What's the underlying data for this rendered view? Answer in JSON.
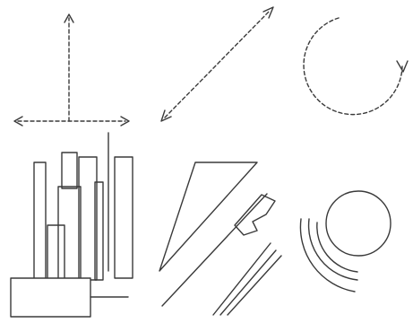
{
  "figure": {
    "panels": [
      "perpendicular-dashed-arrows",
      "diagonal-dashed-double-arrow",
      "dashed-circular-arrow",
      "vertical-rectangles-composition",
      "diagonal-wedge-and-lines",
      "circle-with-concentric-arcs"
    ],
    "colors": {
      "background": "#ffffff",
      "ink": "#3a3a3a"
    }
  }
}
